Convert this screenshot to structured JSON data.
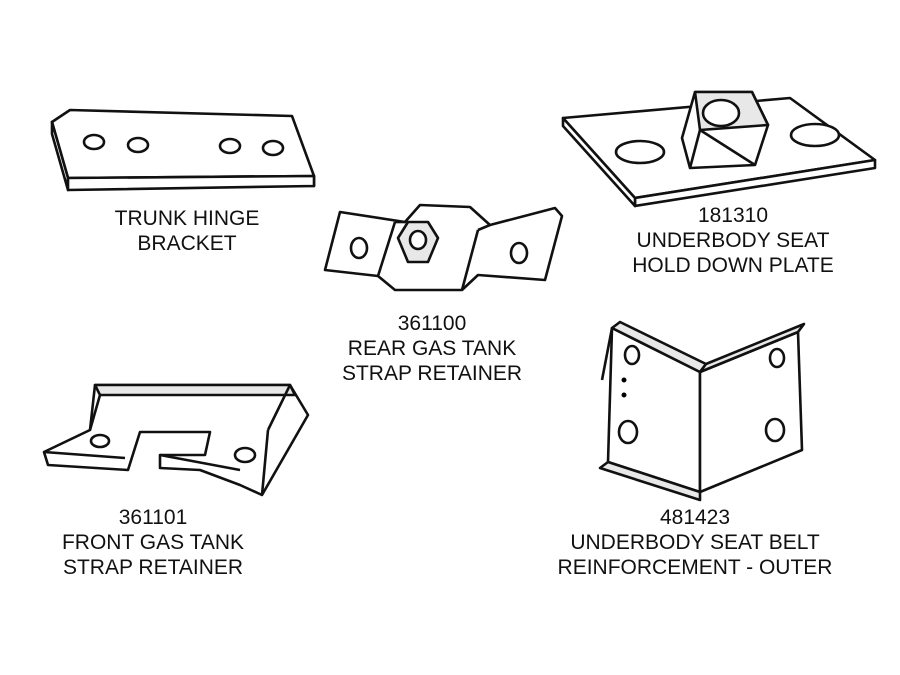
{
  "parts": [
    {
      "id": "trunk-hinge-bracket",
      "number": "",
      "lines": [
        "TRUNK HINGE",
        "BRACKET"
      ]
    },
    {
      "id": "underbody-seat-hold-down-plate",
      "number": "181310",
      "lines": [
        "UNDERBODY SEAT",
        "HOLD DOWN PLATE"
      ]
    },
    {
      "id": "rear-gas-tank-strap-retainer",
      "number": "361100",
      "lines": [
        "REAR GAS TANK",
        "STRAP RETAINER"
      ]
    },
    {
      "id": "front-gas-tank-strap-retainer",
      "number": "361101",
      "lines": [
        "FRONT GAS TANK",
        "STRAP RETAINER"
      ]
    },
    {
      "id": "underbody-seat-belt-reinforcement-outer",
      "number": "481423",
      "lines": [
        "UNDERBODY SEAT BELT",
        "REINFORCEMENT - OUTER"
      ]
    }
  ]
}
